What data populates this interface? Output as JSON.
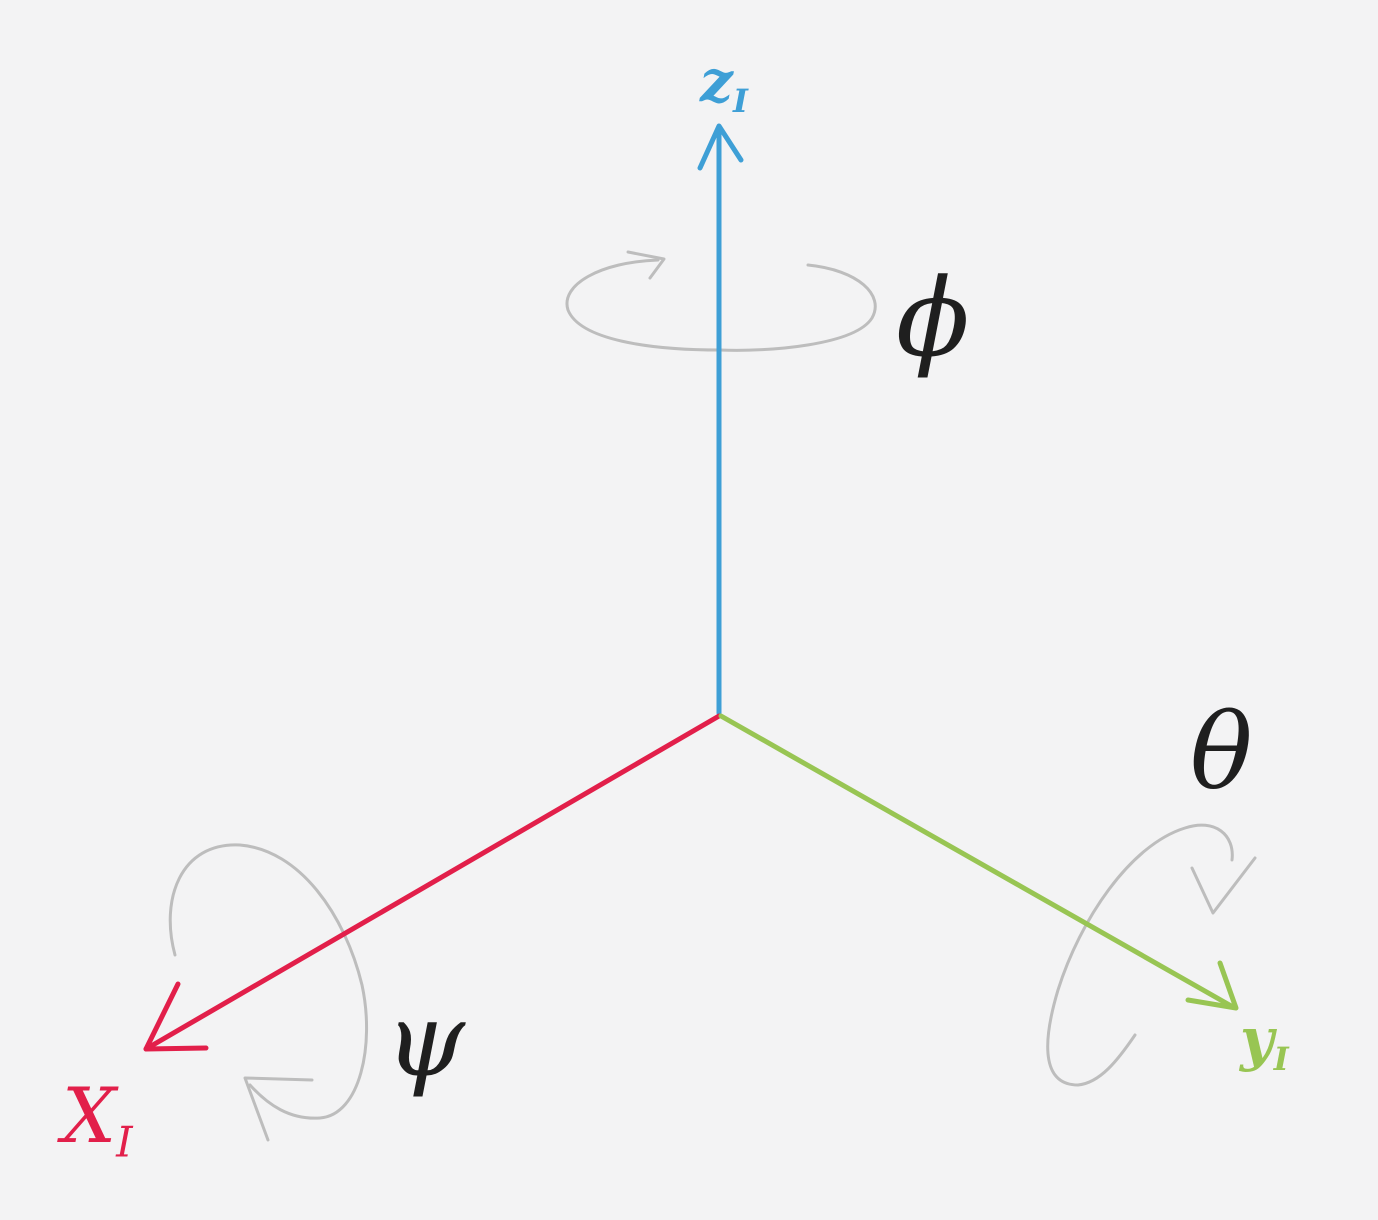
{
  "axes": {
    "z": {
      "name": "z",
      "subscript": "I",
      "color": "#3e9fd6"
    },
    "x": {
      "name": "X",
      "subscript": "I",
      "color": "#e21f4a"
    },
    "y": {
      "name": "y",
      "subscript": "I",
      "color": "#98c553"
    }
  },
  "rotations": {
    "phi": {
      "symbol": "ϕ",
      "about_axis": "z"
    },
    "theta": {
      "symbol": "θ",
      "about_axis": "y"
    },
    "psi": {
      "symbol": "ψ",
      "about_axis": "x"
    }
  },
  "colors": {
    "background": "#f3f3f4",
    "rotation_arrow": "#bdbdbd",
    "symbol_ink": "#1f1f1f"
  }
}
